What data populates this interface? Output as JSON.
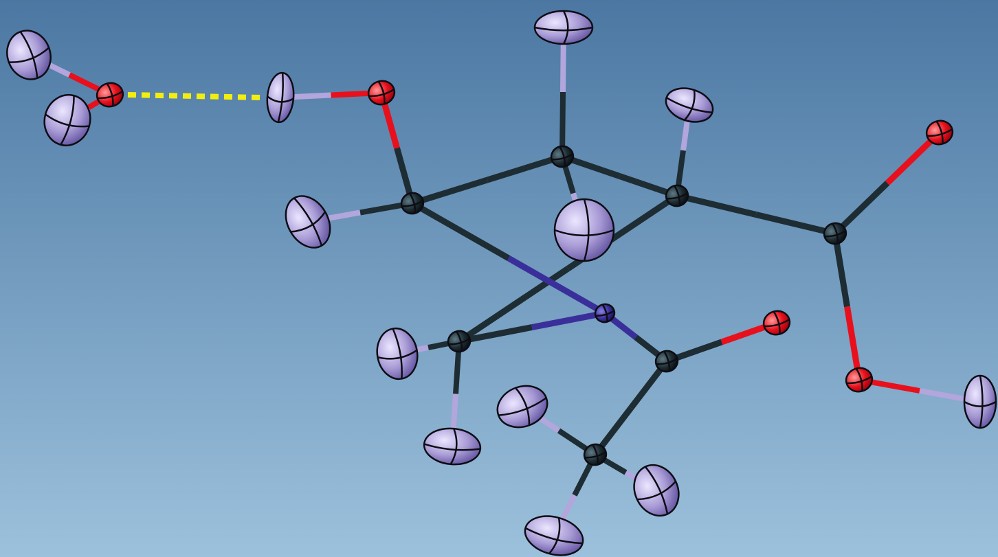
{
  "colors": {
    "background_top": "#4b77a2",
    "background_bottom": "#9cc1dc",
    "carbon": "#1e2d33",
    "oxygen": "#e8101c",
    "nitrogen": "#3a2f9a",
    "hydrogen": "#b2a6dc",
    "hbond": "#f2ee10"
  },
  "molecule": {
    "atoms": [
      {
        "id": "C1",
        "element": "C"
      },
      {
        "id": "C2",
        "element": "C"
      },
      {
        "id": "C3",
        "element": "C"
      },
      {
        "id": "C4",
        "element": "C"
      },
      {
        "id": "N1",
        "element": "N"
      },
      {
        "id": "C5",
        "element": "C"
      },
      {
        "id": "C6",
        "element": "C"
      },
      {
        "id": "C7",
        "element": "C"
      },
      {
        "id": "O1",
        "element": "O"
      },
      {
        "id": "O2",
        "element": "O"
      },
      {
        "id": "O3",
        "element": "O"
      },
      {
        "id": "O4",
        "element": "O"
      },
      {
        "id": "O5",
        "element": "O"
      }
    ],
    "bonds": [
      [
        "C1",
        "C2"
      ],
      [
        "C2",
        "C3"
      ],
      [
        "C3",
        "C4"
      ],
      [
        "C4",
        "N1"
      ],
      [
        "N1",
        "C1"
      ],
      [
        "C3",
        "C6"
      ],
      [
        "C6",
        "O2"
      ],
      [
        "C6",
        "O3"
      ],
      [
        "N1",
        "C5"
      ],
      [
        "C5",
        "O4"
      ],
      [
        "C5",
        "C7"
      ],
      [
        "C1",
        "O1"
      ]
    ],
    "hbond": [
      "O5",
      "O1"
    ]
  }
}
